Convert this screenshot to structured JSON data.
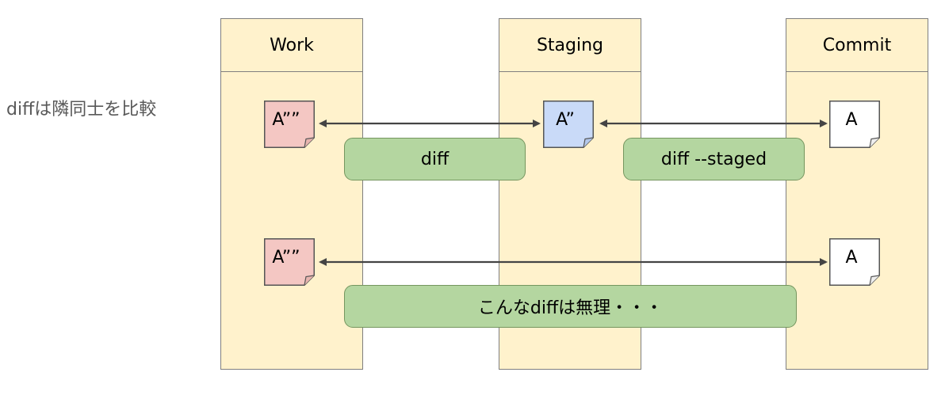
{
  "caption": "diffは隣同士を比較",
  "lanes": {
    "work": "Work",
    "staging": "Staging",
    "commit": "Commit"
  },
  "files": {
    "work_row1": "A””",
    "staging_row1": "A”",
    "commit_row1": "A",
    "work_row2": "A””",
    "commit_row2": "A"
  },
  "colors": {
    "lane_fill": "#fff2cc",
    "work_file": "#f4c7c3",
    "staging_file": "#c9daf8",
    "commit_file": "#ffffff",
    "diff_pill": "#b4d6a0"
  },
  "diffs": {
    "work_vs_staging": "diff",
    "staging_vs_commit": "diff --staged",
    "work_vs_commit": "こんなdiffは無理・・・"
  }
}
